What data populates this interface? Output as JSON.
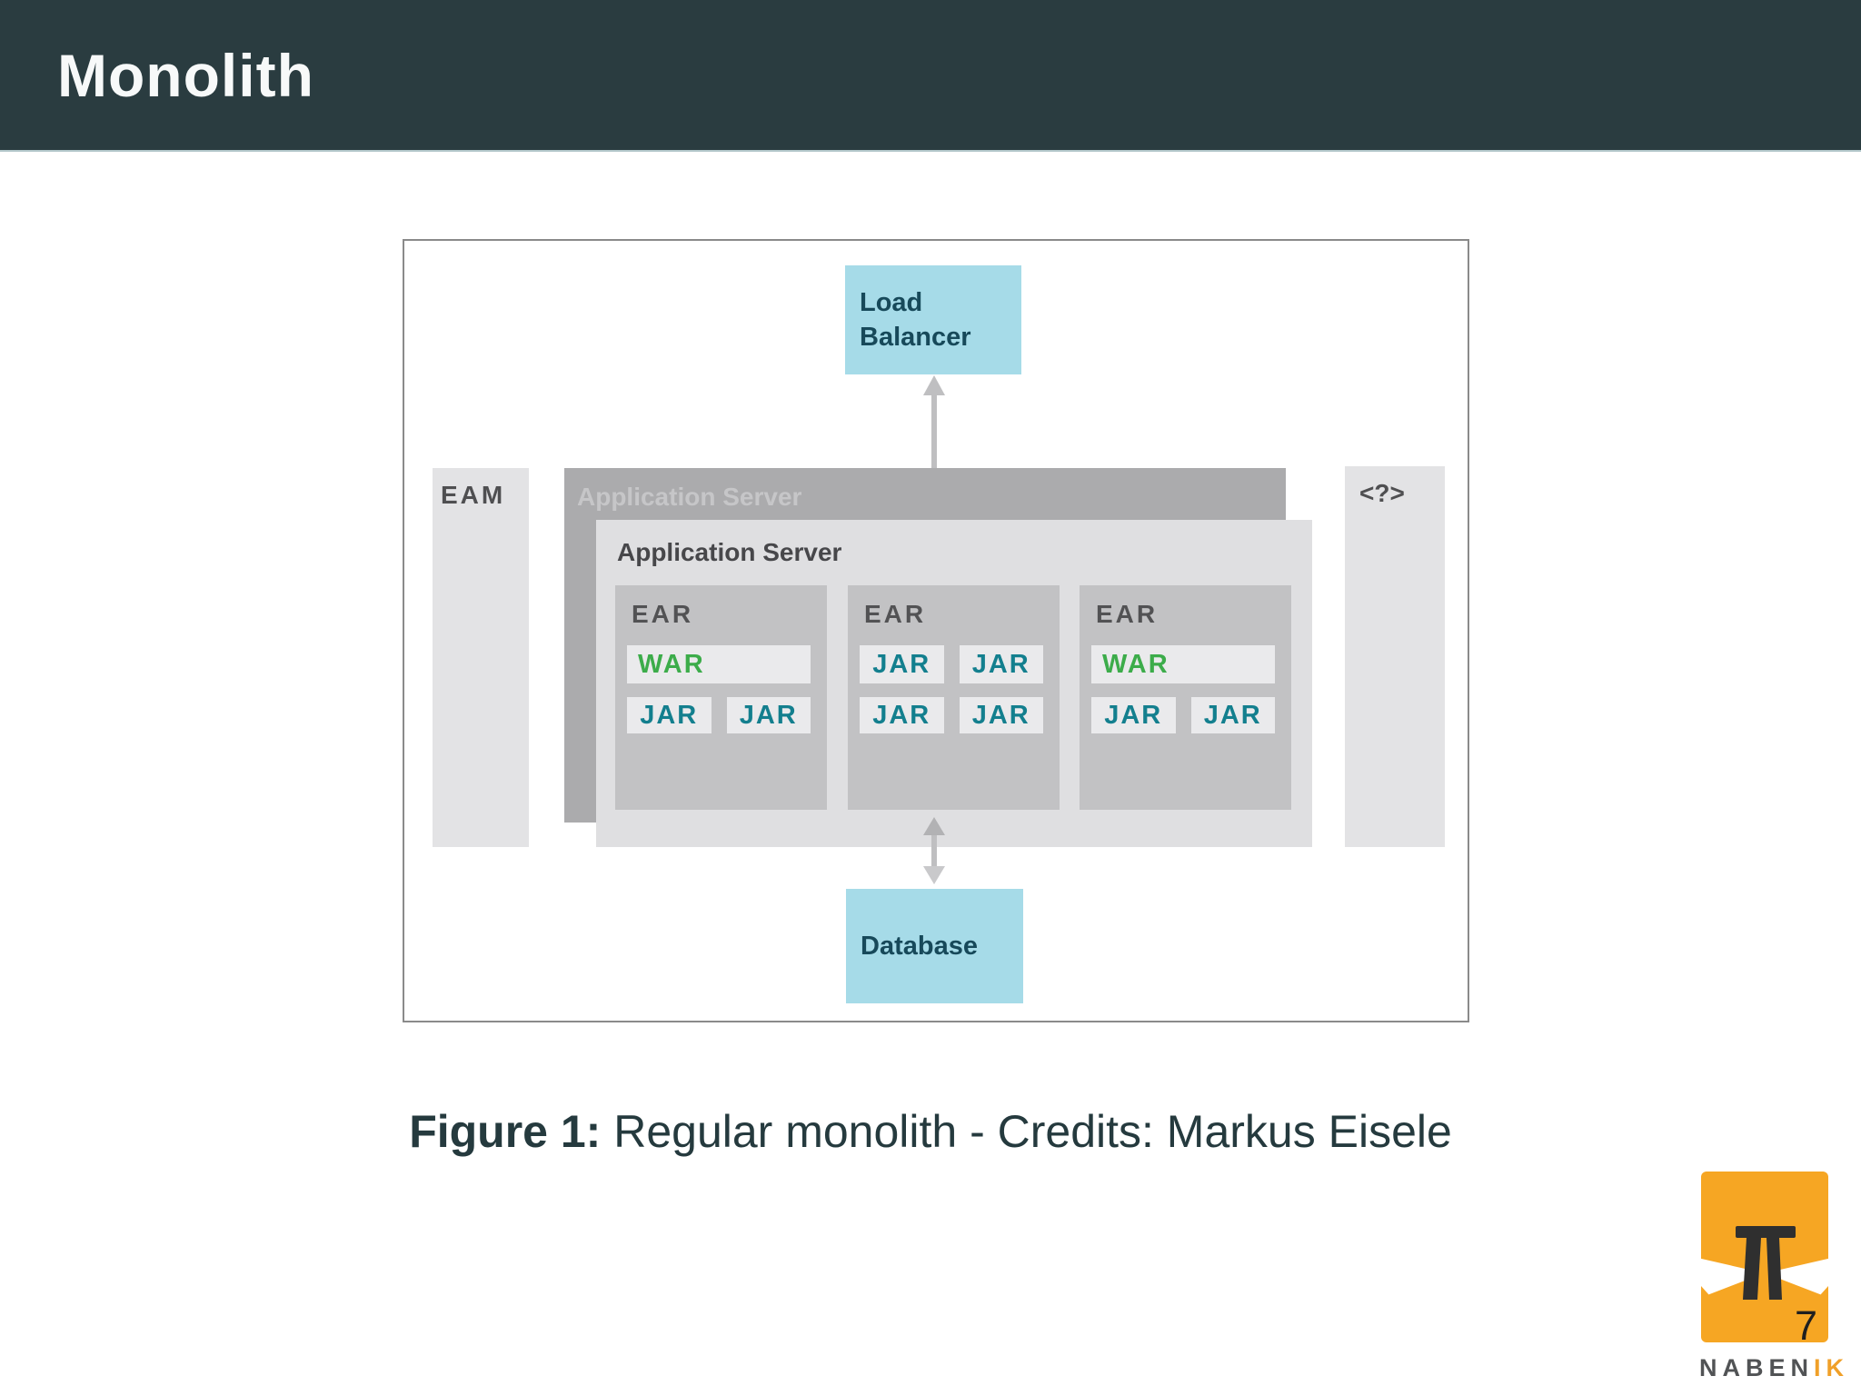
{
  "header": {
    "title": "Monolith"
  },
  "diagram": {
    "load_balancer_label": "Load Balancer",
    "eam_label": "EAM",
    "app_server_back_label": "Application Server",
    "app_server_front_label": "Application Server",
    "unknown_label": "<?>",
    "database_label": "Database",
    "ears": [
      {
        "label": "EAR",
        "rows": [
          [
            {
              "text": "WAR",
              "wide": true
            }
          ],
          [
            {
              "text": "JAR"
            },
            {
              "text": "JAR"
            }
          ]
        ]
      },
      {
        "label": "EAR",
        "rows": [
          [
            {
              "text": "JAR"
            },
            {
              "text": "JAR"
            }
          ],
          [
            {
              "text": "JAR"
            },
            {
              "text": "JAR"
            }
          ]
        ]
      },
      {
        "label": "EAR",
        "rows": [
          [
            {
              "text": "WAR",
              "wide": true
            }
          ],
          [
            {
              "text": "JAR"
            },
            {
              "text": "JAR"
            }
          ]
        ]
      }
    ]
  },
  "caption": {
    "label": "Figure 1:",
    "text": "Regular monolith - Credits: Markus Eisele"
  },
  "footer": {
    "page_number": "7",
    "brand_dark": "NABEN",
    "brand_accent": "IK"
  },
  "colors": {
    "header_bg": "#2a3c40",
    "box_blue": "#a6dbe8",
    "box_blue_text": "#17495a",
    "war_green": "#3cac4a",
    "jar_teal": "#137f8e",
    "logo_orange": "#f6a623",
    "arrow_gray": "#bfbfc1"
  }
}
